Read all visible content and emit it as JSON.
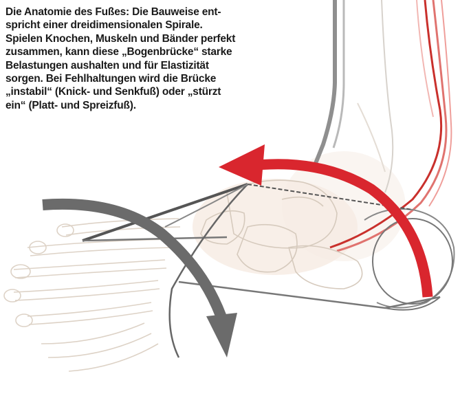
{
  "caption": {
    "text": "Die Anatomie des Fußes: Die Bauweise ent-\nspricht einer dreidimensionalen Spirale.\nSpielen Knochen, Muskeln und Bänder perfekt\nzusammen, kann diese „Bogenbrücke“ starke\nBelastungen aushalten und für Elastizität\nsorgen. Bei Fehlhaltungen wird die Brücke\n„instabil“ (Knick- und Senkfuß) oder „stürzt\nein“ (Platt- und Spreizfuß)."
  },
  "colors": {
    "red_arrow": "#d9262e",
    "grey_arrow": "#6b6b6b",
    "bone_outline": "#d9cfc4",
    "muscle": "#d9534f",
    "shin_bone": "#9a9a9a"
  },
  "icons": {
    "red_arrow": "curved-arrow-left",
    "grey_arrow": "curved-arrow-down"
  }
}
